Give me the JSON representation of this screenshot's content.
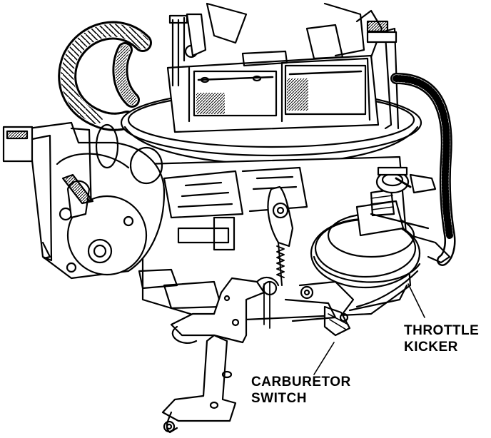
{
  "labels": {
    "throttle_kicker": {
      "line1": "THROTTLE",
      "line2": "KICKER"
    },
    "carburetor_switch": {
      "line1": "CARBURETOR",
      "line2": "SWITCH"
    }
  },
  "colors": {
    "ink": "#000000",
    "paper": "#ffffff",
    "shade": "#3a3a3a"
  }
}
